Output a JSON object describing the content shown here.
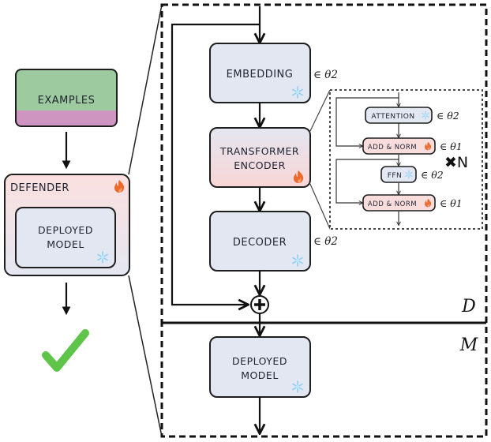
{
  "colors": {
    "frozen_fill": "#e3e7f2",
    "trainable_fill": "#f9dcdc",
    "examples_green": "#9dcb9f",
    "examples_pink": "#cf95c1",
    "defender_fill": "#fbe4e4",
    "fire": "#ec6a2c",
    "snow": "#8fd0f5",
    "check": "#5ec44a",
    "stroke": "#1e1e1e"
  },
  "left": {
    "examples": {
      "label": "EXAMPLES",
      "icon": "none"
    },
    "defender": {
      "label": "DEFENDER",
      "icon": "fire-icon"
    },
    "deployed_model": {
      "line1": "DEPLOYED",
      "line2": "MODEL",
      "icon": "snowflake-icon"
    },
    "result_icon": "checkmark-icon"
  },
  "main": {
    "region_d_label": "D",
    "region_m_label": "M",
    "embedding": {
      "label": "EMBEDDING",
      "param": "∈ θ2",
      "icon": "snowflake-icon"
    },
    "encoder": {
      "line1": "TRANSFORMER",
      "line2": "ENCODER",
      "icon": "fire-icon"
    },
    "decoder": {
      "label": "DECODER",
      "param": "∈ θ2",
      "icon": "snowflake-icon"
    },
    "adder_icon": "plus-circle-icon",
    "deployed_model": {
      "line1": "DEPLOYED",
      "line2": "MODEL",
      "icon": "snowflake-icon"
    }
  },
  "encoder_detail": {
    "repeat_label": "✖N",
    "blocks": [
      {
        "label": "ATTENTION",
        "param": "∈ θ2",
        "icon": "snowflake-icon",
        "kind": "frozen"
      },
      {
        "label": "ADD & NORM",
        "param": "∈ θ1",
        "icon": "fire-icon",
        "kind": "trainable"
      },
      {
        "label": "FFN",
        "param": "∈ θ2",
        "icon": "snowflake-icon",
        "kind": "frozen"
      },
      {
        "label": "ADD & NORM",
        "param": "∈ θ1",
        "icon": "fire-icon",
        "kind": "trainable"
      }
    ]
  }
}
